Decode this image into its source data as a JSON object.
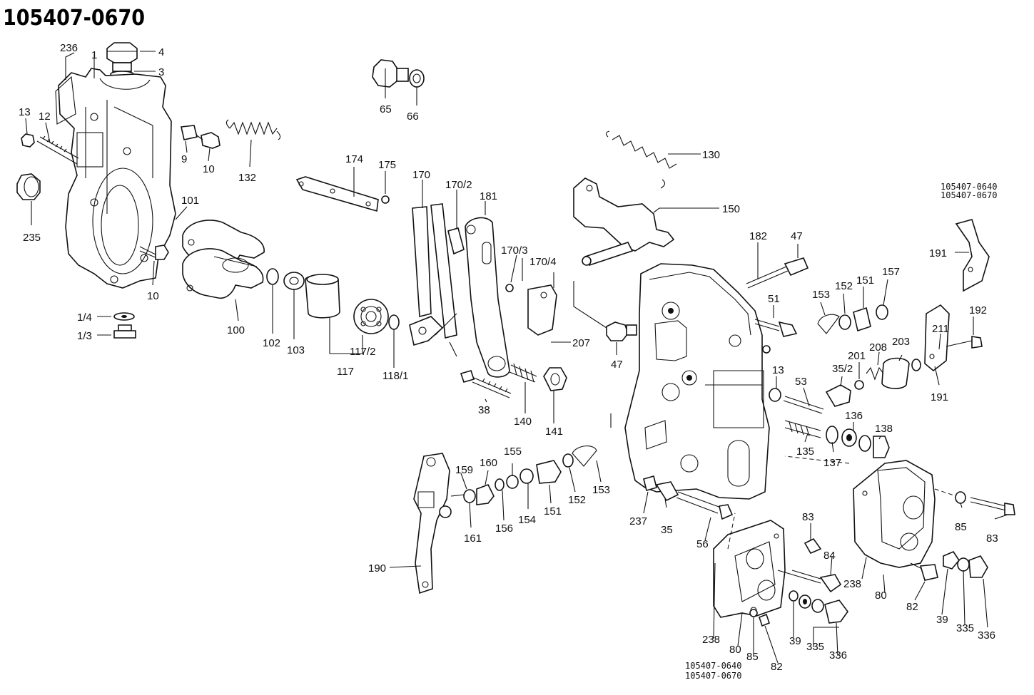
{
  "title": "105407-0670",
  "variant_notes": {
    "right": [
      "105407-0640",
      "105407-0670"
    ],
    "bottom": [
      "105407-0640",
      "105407-0670"
    ]
  },
  "parts": [
    {
      "id": "p4",
      "text": "4"
    },
    {
      "id": "p3",
      "text": "3"
    },
    {
      "id": "p236",
      "text": "236"
    },
    {
      "id": "p1",
      "text": "1"
    },
    {
      "id": "p13a",
      "text": "13"
    },
    {
      "id": "p12",
      "text": "12"
    },
    {
      "id": "p9",
      "text": "9"
    },
    {
      "id": "p10a",
      "text": "10"
    },
    {
      "id": "p132",
      "text": "132"
    },
    {
      "id": "p235",
      "text": "235"
    },
    {
      "id": "p101",
      "text": "101"
    },
    {
      "id": "p10b",
      "text": "10"
    },
    {
      "id": "p1_4",
      "text": "1/4"
    },
    {
      "id": "p1_3",
      "text": "1/3"
    },
    {
      "id": "p100",
      "text": "100"
    },
    {
      "id": "p102",
      "text": "102"
    },
    {
      "id": "p103",
      "text": "103"
    },
    {
      "id": "p117",
      "text": "117"
    },
    {
      "id": "p117_2",
      "text": "117/2"
    },
    {
      "id": "p118_1",
      "text": "118/1"
    },
    {
      "id": "p65",
      "text": "65"
    },
    {
      "id": "p66",
      "text": "66"
    },
    {
      "id": "p174",
      "text": "174"
    },
    {
      "id": "p175",
      "text": "175"
    },
    {
      "id": "p170",
      "text": "170"
    },
    {
      "id": "p170_2",
      "text": "170/2"
    },
    {
      "id": "p181",
      "text": "181"
    },
    {
      "id": "p170_3",
      "text": "170/3"
    },
    {
      "id": "p170_4",
      "text": "170/4"
    },
    {
      "id": "p207",
      "text": "207"
    },
    {
      "id": "p38",
      "text": "38"
    },
    {
      "id": "p140",
      "text": "140"
    },
    {
      "id": "p141",
      "text": "141"
    },
    {
      "id": "p130",
      "text": "130"
    },
    {
      "id": "p150",
      "text": "150"
    },
    {
      "id": "p182",
      "text": "182"
    },
    {
      "id": "p47a",
      "text": "47"
    },
    {
      "id": "p47b",
      "text": "47"
    },
    {
      "id": "p51",
      "text": "51"
    },
    {
      "id": "p153a",
      "text": "153"
    },
    {
      "id": "p152a",
      "text": "152"
    },
    {
      "id": "p151a",
      "text": "151"
    },
    {
      "id": "p157",
      "text": "157"
    },
    {
      "id": "p191a",
      "text": "191"
    },
    {
      "id": "p192",
      "text": "192"
    },
    {
      "id": "p211",
      "text": "211"
    },
    {
      "id": "p203",
      "text": "203"
    },
    {
      "id": "p208",
      "text": "208"
    },
    {
      "id": "p201",
      "text": "201"
    },
    {
      "id": "p35_2",
      "text": "35/2"
    },
    {
      "id": "p191b",
      "text": "191"
    },
    {
      "id": "p13b",
      "text": "13"
    },
    {
      "id": "p53",
      "text": "53"
    },
    {
      "id": "p136",
      "text": "136"
    },
    {
      "id": "p138",
      "text": "138"
    },
    {
      "id": "p135",
      "text": "135"
    },
    {
      "id": "p137",
      "text": "137"
    },
    {
      "id": "p159",
      "text": "159"
    },
    {
      "id": "p160",
      "text": "160"
    },
    {
      "id": "p155",
      "text": "155"
    },
    {
      "id": "p161",
      "text": "161"
    },
    {
      "id": "p156",
      "text": "156"
    },
    {
      "id": "p154",
      "text": "154"
    },
    {
      "id": "p151b",
      "text": "151"
    },
    {
      "id": "p152b",
      "text": "152"
    },
    {
      "id": "p153b",
      "text": "153"
    },
    {
      "id": "p190",
      "text": "190"
    },
    {
      "id": "p237",
      "text": "237"
    },
    {
      "id": "p35",
      "text": "35"
    },
    {
      "id": "p56",
      "text": "56"
    },
    {
      "id": "p83a",
      "text": "83"
    },
    {
      "id": "p84",
      "text": "84"
    },
    {
      "id": "p85a",
      "text": "85"
    },
    {
      "id": "p83b",
      "text": "83"
    },
    {
      "id": "p238a",
      "text": "238"
    },
    {
      "id": "p80a",
      "text": "80"
    },
    {
      "id": "p82a",
      "text": "82"
    },
    {
      "id": "p39a",
      "text": "39"
    },
    {
      "id": "p335a",
      "text": "335"
    },
    {
      "id": "p336a",
      "text": "336"
    },
    {
      "id": "p238b",
      "text": "238"
    },
    {
      "id": "p80b",
      "text": "80"
    },
    {
      "id": "p85b",
      "text": "85"
    },
    {
      "id": "p82b",
      "text": "82"
    },
    {
      "id": "p39b",
      "text": "39"
    },
    {
      "id": "p335b",
      "text": "335"
    },
    {
      "id": "p336b",
      "text": "336"
    }
  ]
}
